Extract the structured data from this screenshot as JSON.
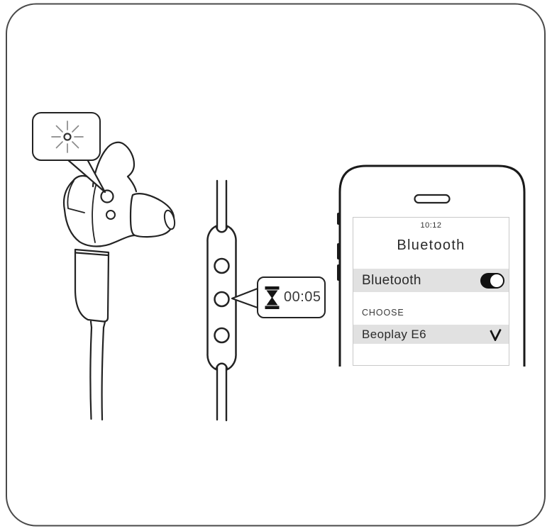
{
  "colors": {
    "line": "#232323",
    "row_background": "#e1e1e1",
    "toggle_on": "#111111"
  },
  "led_callout": {
    "icon": "starburst-blink-icon"
  },
  "timer_callout": {
    "icon": "hourglass-icon",
    "time": "00:05"
  },
  "phone": {
    "status_time": "10:12",
    "title": "Bluetooth",
    "toggle_row": {
      "label": "Bluetooth",
      "state": "on",
      "icon": "toggle-on-icon"
    },
    "section_label": "CHOOSE",
    "device_row": {
      "name": "Beoplay E6",
      "icon": "checkmark-icon"
    }
  }
}
